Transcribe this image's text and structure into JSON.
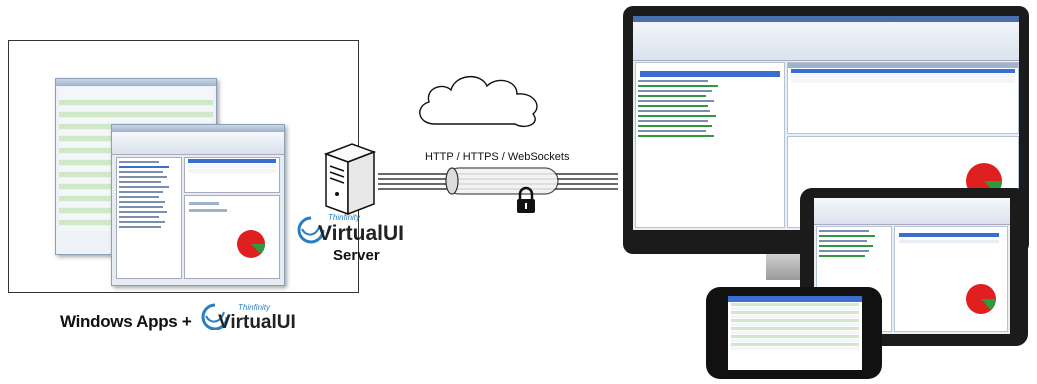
{
  "protocol_label": "HTTP / HTTPS / WebSockets",
  "server": {
    "brand_top": "Thinfinity",
    "brand_name": "VirtualUI",
    "role_label": "Server"
  },
  "caption": {
    "prefix": "Windows Apps +",
    "brand_top": "Thinfinity",
    "brand_name": "VirtualUI"
  },
  "colors": {
    "brand_blue": "#2a7fc4",
    "pie_red": "#e02020",
    "pie_green": "#2e9a3c",
    "device_body": "#1b1b1b"
  },
  "icons": [
    "cloud-icon",
    "tower-server-icon",
    "padlock-icon",
    "network-pipe-icon",
    "virtualui-swirl-icon",
    "monitor-icon",
    "tablet-icon",
    "smartphone-icon"
  ]
}
